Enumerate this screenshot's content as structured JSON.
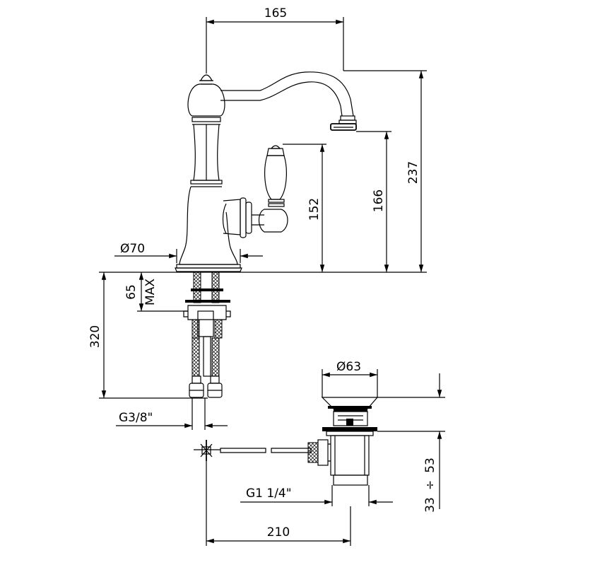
{
  "dimensions": {
    "spout_reach": "165",
    "total_height": "237",
    "spout_height": "166",
    "handle_height": "152",
    "base_diameter": "Ø70",
    "max_deck": "65",
    "max_label": "MAX",
    "hose_length": "320",
    "hose_thread": "G3/8\"",
    "waste_diameter": "Ø63",
    "waste_range_a": "33",
    "waste_range_sep": "÷",
    "waste_range_b": "53",
    "waste_thread": "G1 1/4\"",
    "rod_distance": "210"
  },
  "colors": {
    "line": "#000000",
    "background": "#ffffff"
  }
}
